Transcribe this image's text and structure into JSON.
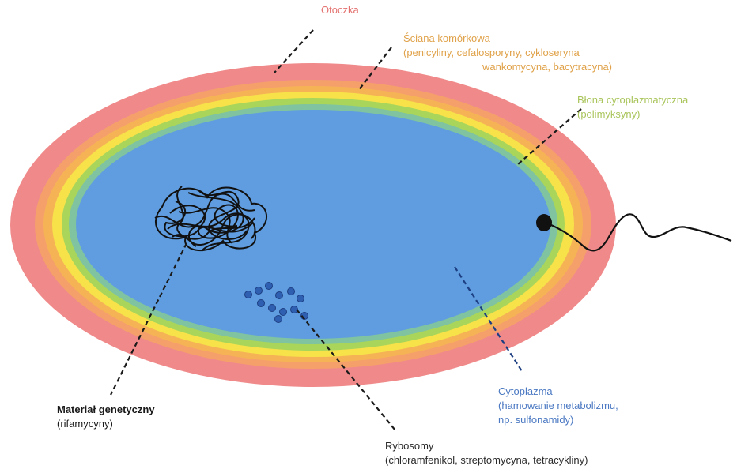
{
  "labels": {
    "capsule": "Otoczka",
    "cell_wall": {
      "name": "Ściana komórkowa",
      "line2": "(penicyliny, cefalosporyny, cykloseryna",
      "line3": "wankomycyna, bacytracyna)"
    },
    "membrane": {
      "name": "Błona cytoplazmatyczna",
      "line2": "(polimyksyny)"
    },
    "genetic": {
      "name": "Materiał genetyczny",
      "line2": "(rifamycyny)"
    },
    "cytoplasm": {
      "name": "Cytoplazma",
      "line2": "(hamowanie metabolizmu,",
      "line3": "np. sulfonamidy)"
    },
    "ribosomes": {
      "name": "Rybosomy",
      "line2": "(chloramfenikol, streptomycyna, tetracykliny)"
    }
  },
  "colors": {
    "capsule": "#f08a8a",
    "wall_orange": "#f6b356",
    "wall_yellow": "#f7e24a",
    "membrane_green": "#a9d65a",
    "cytoplasm_blue": "#5f9de0",
    "dna": "#111111",
    "ribosome": "#2f5fb0"
  }
}
